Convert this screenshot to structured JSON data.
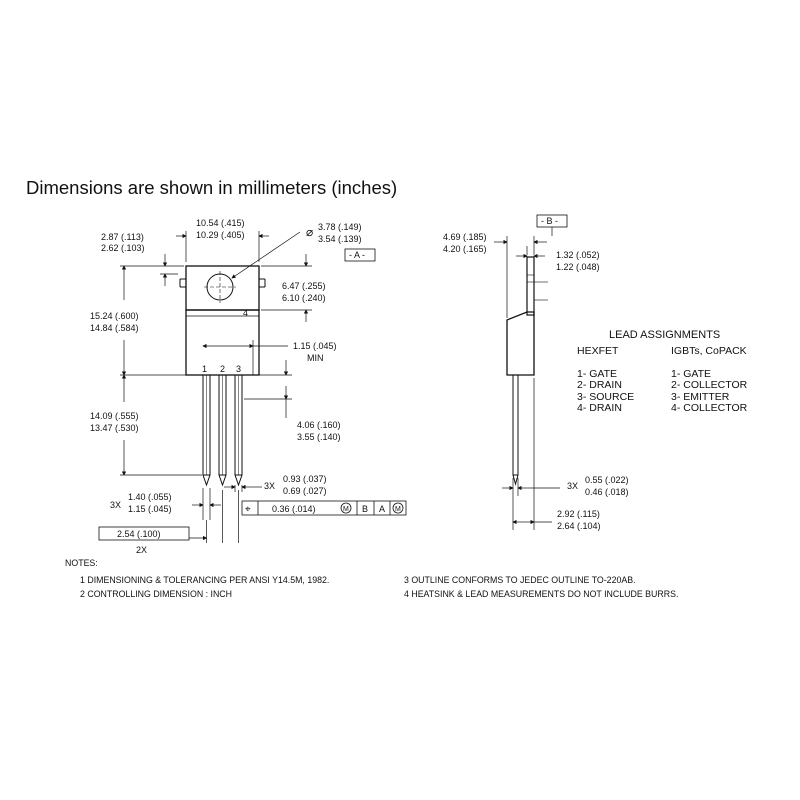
{
  "heading": "Dimensions are shown in millimeters (inches)",
  "front_view": {
    "dims": {
      "body_width_max": "10.54 (.415)",
      "body_width_min": "10.29 (.405)",
      "hole_dia_max": "3.78 (.149)",
      "hole_dia_min": "3.54 (.139)",
      "tab_thick_max": "2.87 (.113)",
      "tab_thick_min": "2.62 (.103)",
      "tab_height_max": "6.47 (.255)",
      "tab_height_min": "6.10 (.240)",
      "overall_height_max": "15.24 (.600)",
      "overall_height_min": "14.84 (.584)",
      "lead_shoulder": "1.15 (.045)",
      "lead_shoulder_qual": "MIN",
      "lead_length_max": "14.09 (.555)",
      "lead_length_min": "13.47 (.530)",
      "lead_offset_max": "4.06 (.160)",
      "lead_offset_min": "3.55 (.140)",
      "lead_width_mult": "3X",
      "lead_width_max": "0.93 (.037)",
      "lead_width_min": "0.69 (.027)",
      "lead_wide_mult": "3X",
      "lead_wide_max": "1.40 (.055)",
      "lead_wide_min": "1.15 (.045)",
      "pitch": "2.54 (.100)",
      "pitch_mult": "2X",
      "datum_a": "- A -",
      "pin1": "1",
      "pin2": "2",
      "pin3": "3",
      "pin4": "4",
      "tol_symbol": "⌖",
      "tol_value": "0.36 (.014)",
      "tol_m1": "M",
      "tol_b": "B",
      "tol_a": "A",
      "tol_m2": "M"
    }
  },
  "side_view": {
    "dims": {
      "datum_b": "- B -",
      "depth_max": "4.69 (.185)",
      "depth_min": "4.20 (.165)",
      "tab_thick_max": "1.32 (.052)",
      "tab_thick_min": "1.22 (.048)",
      "lead_thick_mult": "3X",
      "lead_thick_max": "0.55 (.022)",
      "lead_thick_min": "0.46 (.018)",
      "lead_pos_min": "2.92 (.115)",
      "lead_pos_max": "2.64 (.104)"
    }
  },
  "lead_assignments": {
    "title": "LEAD ASSIGNMENTS",
    "col1_header": "HEXFET",
    "col2_header": "IGBTs, CoPACK",
    "col1": [
      "1- GATE",
      "2- DRAIN",
      "3- SOURCE",
      "4- DRAIN"
    ],
    "col2": [
      "1- GATE",
      "2- COLLECTOR",
      "3- EMITTER",
      "4- COLLECTOR"
    ]
  },
  "notes": {
    "title": "NOTES:",
    "items": [
      "1  DIMENSIONING & TOLERANCING PER ANSI Y14.5M, 1982.",
      "2  CONTROLLING DIMENSION : INCH",
      "3  OUTLINE CONFORMS TO JEDEC OUTLINE TO-220AB.",
      "4  HEATSINK & LEAD MEASUREMENTS DO NOT INCLUDE BURRS."
    ]
  },
  "colors": {
    "ink": "#111111",
    "paper": "#ffffff"
  }
}
